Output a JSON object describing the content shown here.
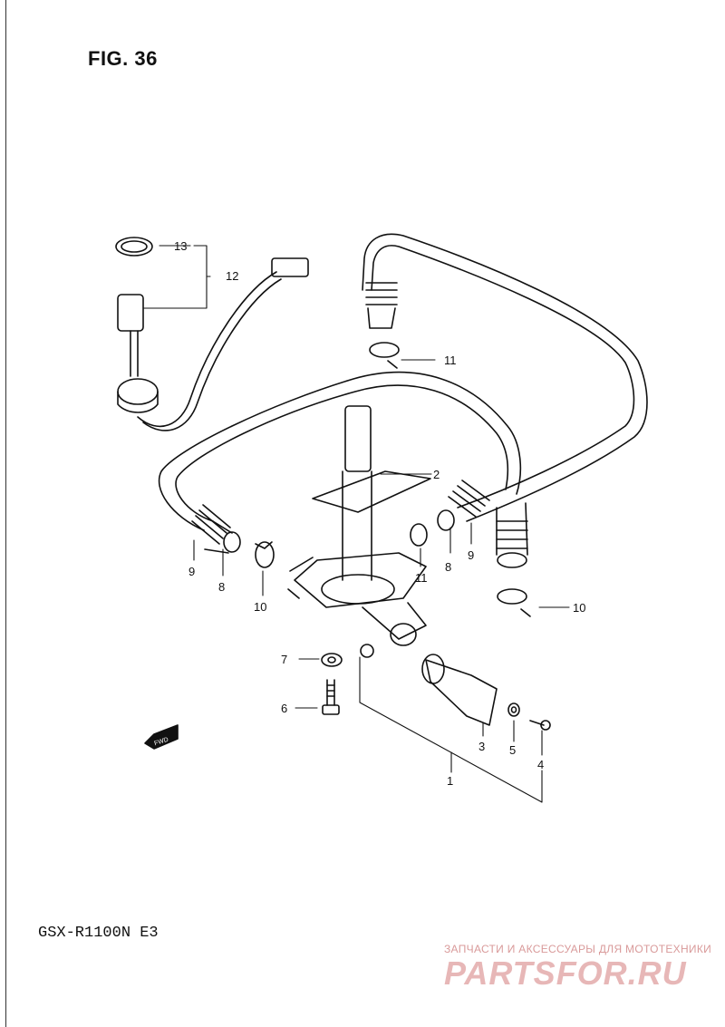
{
  "figure": {
    "title": "FIG. 36"
  },
  "model": "GSX-R1100N E3",
  "fwd_badge": "FWD",
  "watermark": {
    "line1": "ЗАПЧАСТИ И АКСЕССУАРЫ ДЛЯ МОТОТЕХНИКИ",
    "line2": "PARTSFOR.RU"
  },
  "callouts": {
    "c1": "1",
    "c2": "2",
    "c3": "3",
    "c4": "4",
    "c5": "5",
    "c6": "6",
    "c7": "7",
    "c8a": "8",
    "c8b": "8",
    "c9a": "9",
    "c9b": "9",
    "c10a": "10",
    "c10b": "10",
    "c11a": "11",
    "c11b": "11",
    "c12": "12",
    "c13": "13"
  },
  "colors": {
    "line": "#111111",
    "watermark": "#e7b7b7"
  }
}
